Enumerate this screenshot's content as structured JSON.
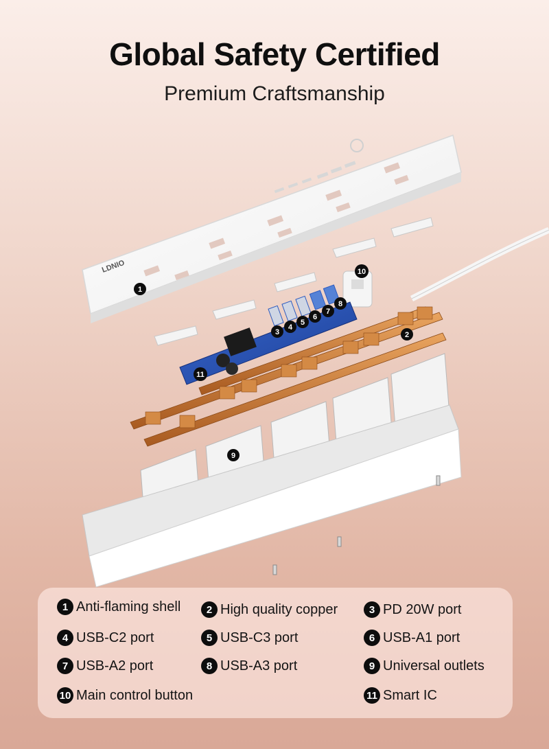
{
  "header": {
    "title": "Global Safety Certified",
    "subtitle": "Premium Craftsmanship"
  },
  "product": {
    "brand": "LDNIO",
    "markers": [
      "1",
      "2",
      "3",
      "4",
      "5",
      "6",
      "7",
      "8",
      "9",
      "10",
      "11"
    ]
  },
  "legend": {
    "items": [
      {
        "num": "1",
        "label": "Anti-flaming shell"
      },
      {
        "num": "2",
        "label": "High quality copper"
      },
      {
        "num": "3",
        "label": "PD 20W port"
      },
      {
        "num": "4",
        "label": "USB-C2 port"
      },
      {
        "num": "5",
        "label": "USB-C3 port"
      },
      {
        "num": "6",
        "label": "USB-A1 port"
      },
      {
        "num": "7",
        "label": "USB-A2 port"
      },
      {
        "num": "8",
        "label": "USB-A3 port"
      },
      {
        "num": "9",
        "label": "Universal outlets"
      },
      {
        "num": "10",
        "label": "Main control button"
      },
      {
        "num": "11",
        "label": "Smart IC"
      }
    ]
  },
  "colors": {
    "badge": "#0d0d0d",
    "copper": "#c9772f",
    "pcb": "#2a56b8",
    "shell": "#ffffff"
  }
}
